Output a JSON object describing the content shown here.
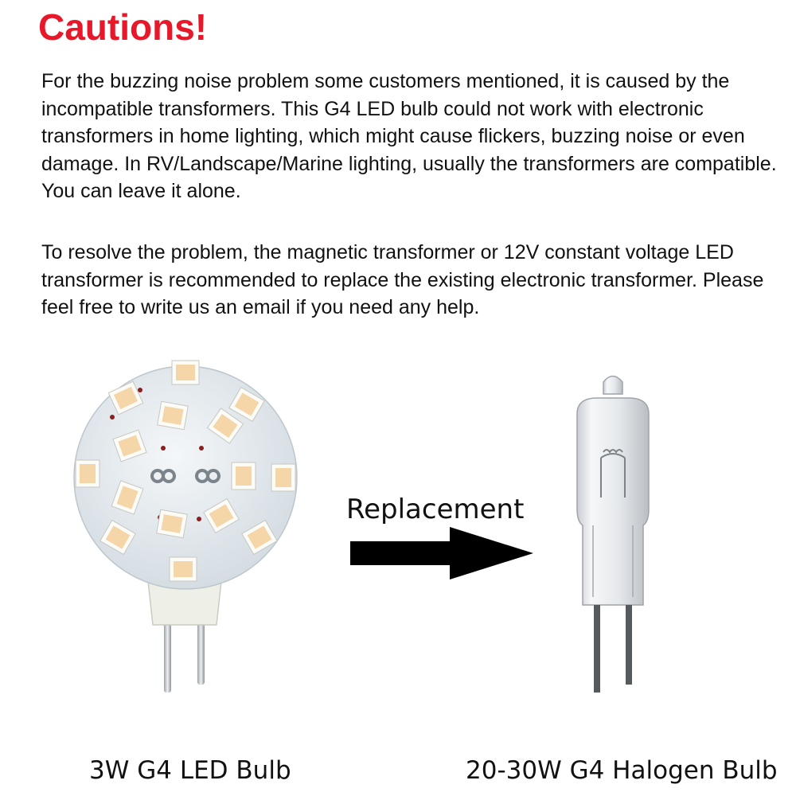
{
  "heading": "Cautions!",
  "paragraphs": [
    "For the buzzing noise problem some customers mentioned, it is caused by the incompatible transformers. This G4 LED bulb could not work with electronic transformers in home lighting, which might cause flickers, buzzing noise or even damage. In RV/Landscape/Marine lighting, usually the transformers are compatible. You can leave it alone.",
    "To resolve the problem, the magnetic transformer or 12V constant voltage LED transformer is recommended to replace the existing electronic transformer. Please feel free to write us an email if you need any help."
  ],
  "arrow_label": "Replacement",
  "captions": {
    "led": "3W G4 LED Bulb",
    "halogen": "20-30W G4 Halogen Bulb"
  },
  "colors": {
    "heading": "#e8182b",
    "led_chip": "#f5d6a8",
    "board": "#e9eef2"
  }
}
